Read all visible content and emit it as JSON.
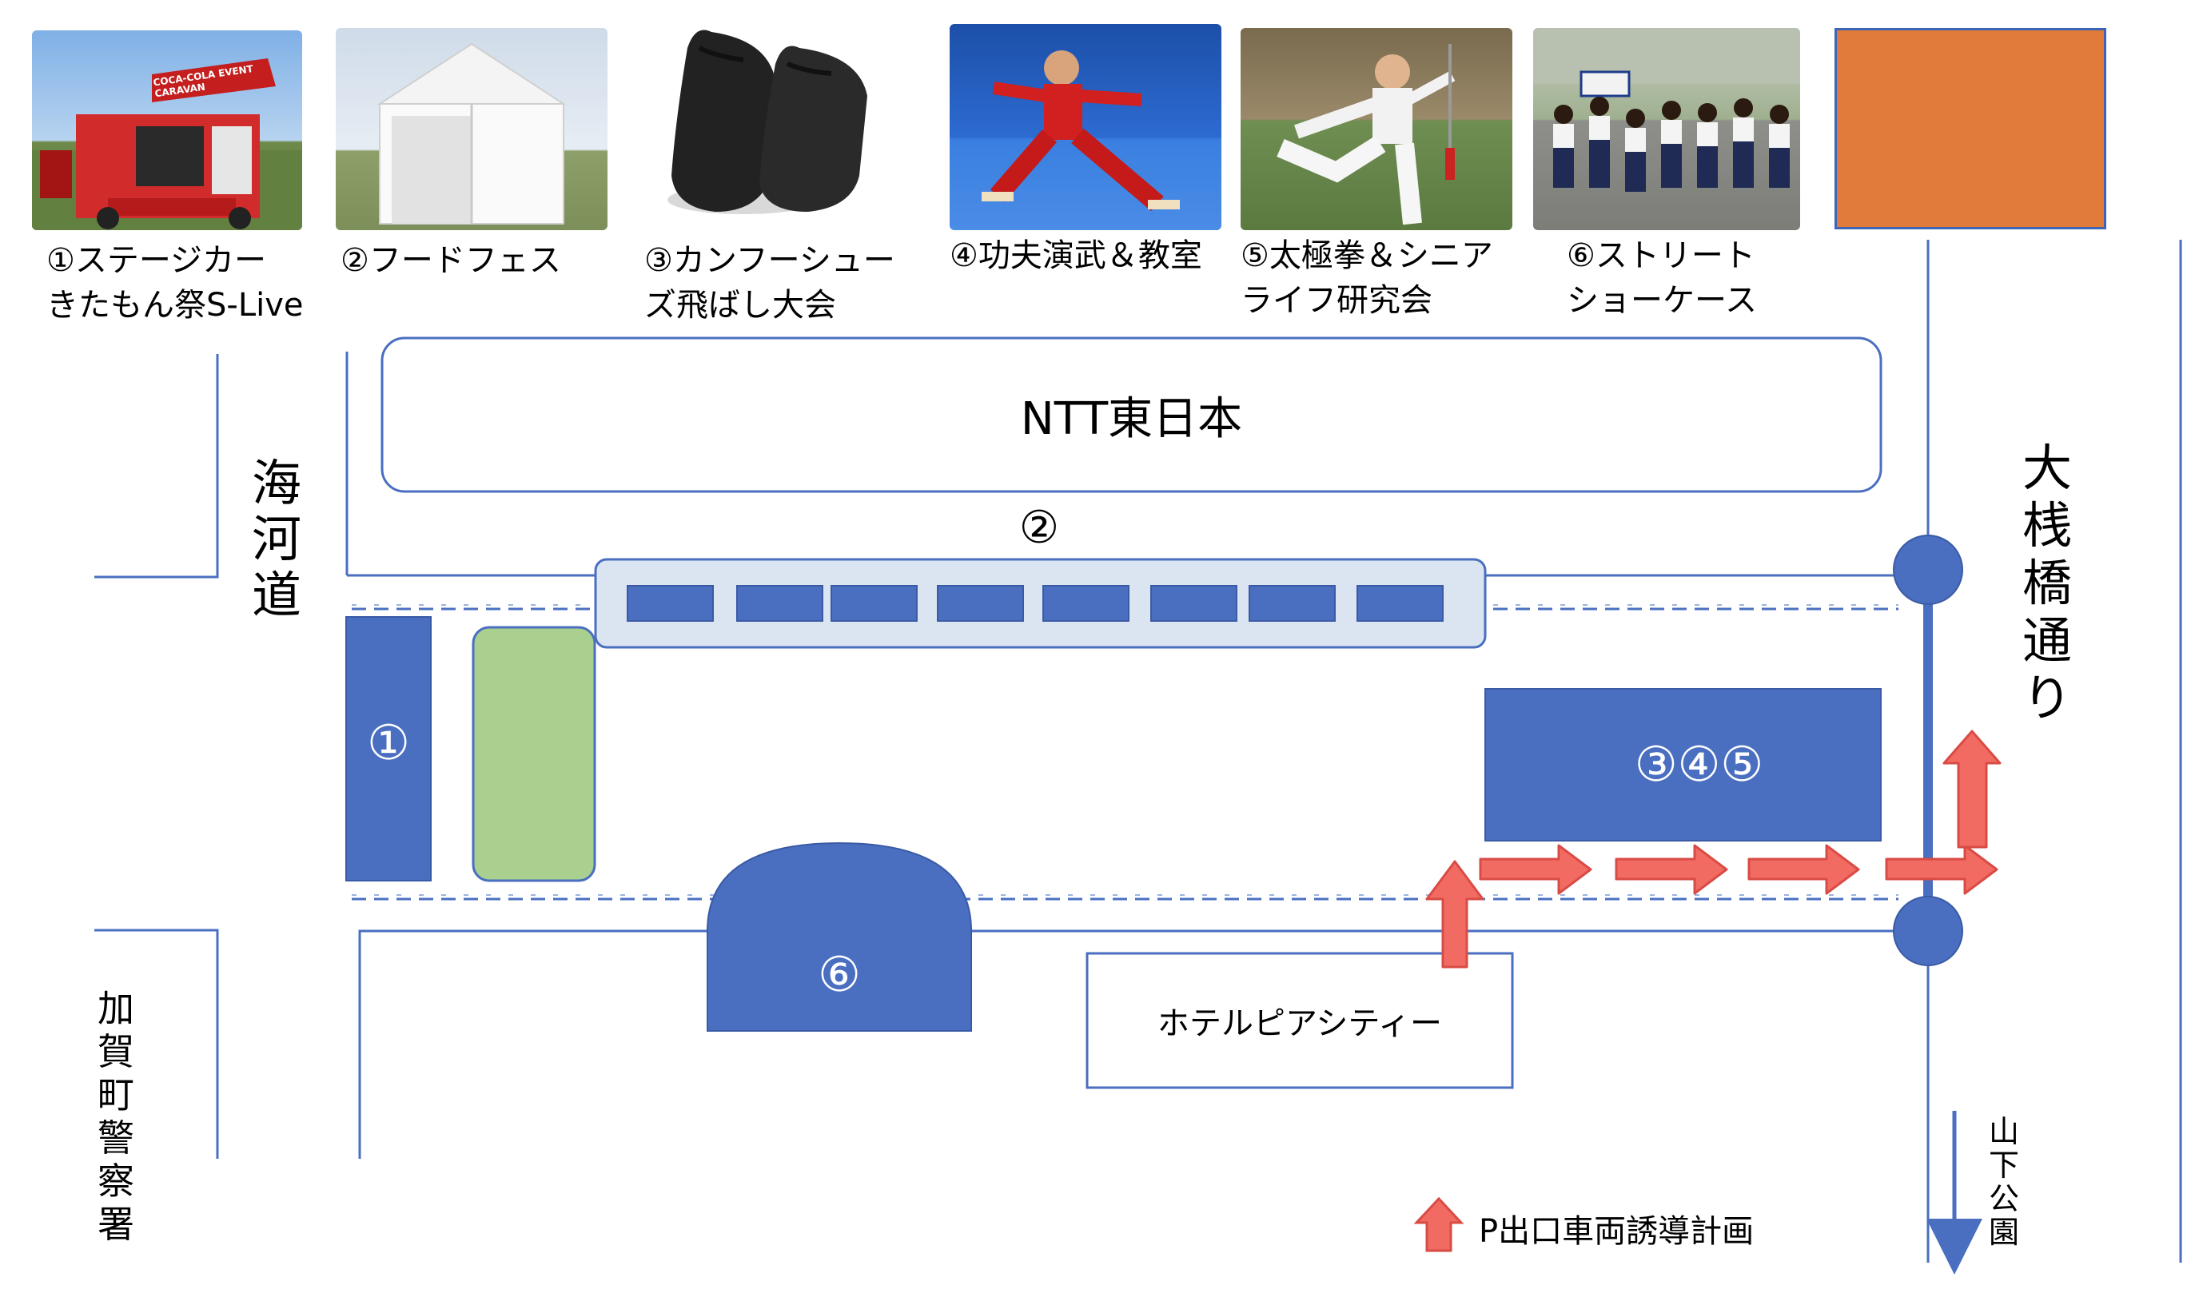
{
  "photos": [
    {
      "caption_lines": [
        "①ステージカー",
        "きたもん祭S-Live"
      ],
      "sign_text": "COCA-COLA EVENT CARAVAN"
    },
    {
      "caption_lines": [
        "②フードフェス"
      ]
    },
    {
      "caption_lines": [
        "③カンフーシュー",
        "ズ飛ばし大会"
      ]
    },
    {
      "caption_lines": [
        "④功夫演武＆教室"
      ]
    },
    {
      "caption_lines": [
        "⑤太極拳＆シニア",
        "ライフ研究会"
      ]
    },
    {
      "caption_lines": [
        "⑥ストリート",
        "ショーケース"
      ]
    }
  ],
  "orange_box_color": "#e07b39",
  "buildings": {
    "ntt": "NTT東日本",
    "hotel": "ホテルピアシティー"
  },
  "zones": {
    "zone1": "①",
    "zone2": "②",
    "zone345": "③④⑤",
    "zone6": "⑥"
  },
  "streets": {
    "kaigando": "海河道",
    "osanbashi": "大桟橋通り",
    "kagacho": "加賀町警察署",
    "yamashita": "山下公園"
  },
  "legend": {
    "label": "P出口車両誘導計画",
    "icon": "arrow-up-icon"
  },
  "colors": {
    "zone_blue": "#4a6fc0",
    "zone_green": "#a9d08e",
    "arrow_red": "#f26b63",
    "line_blue": "#4a6fc0",
    "food_bg": "#dbe5f2"
  }
}
